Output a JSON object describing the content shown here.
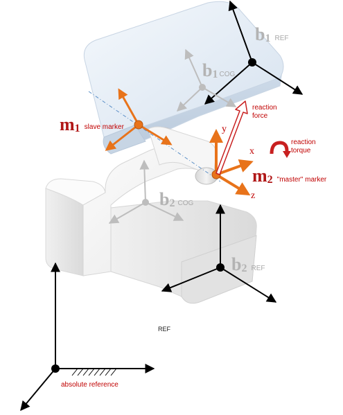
{
  "labels": {
    "b1_ref": {
      "main": "b",
      "sub": "1",
      "tag": "REF"
    },
    "b1_cog": {
      "main": "b",
      "sub": "1",
      "tag": "COG"
    },
    "b2_cog": {
      "main": "b",
      "sub": "2",
      "tag": "COG"
    },
    "b2_ref": {
      "main": "b",
      "sub": "2",
      "tag": "REF"
    },
    "m1": {
      "main": "m",
      "sub": "1",
      "tag": "slave marker"
    },
    "m2": {
      "main": "m",
      "sub": "2",
      "tag": "\"master\" marker"
    },
    "reaction_force": {
      "line1": "reaction",
      "line2": "force"
    },
    "reaction_torque": {
      "line1": "reaction",
      "line2": "torque"
    },
    "axes": {
      "x": "x",
      "y": "y",
      "z": "z"
    },
    "ref": "REF",
    "absolute_reference": "absolute reference"
  },
  "colors": {
    "frame_black": "#000000",
    "frame_gray": "#bdbdbd",
    "marker_orange": "#e8731a",
    "label_red": "#b01717",
    "body1_fill": "#dbe5f1",
    "body2_fill": "#eeeeee"
  }
}
